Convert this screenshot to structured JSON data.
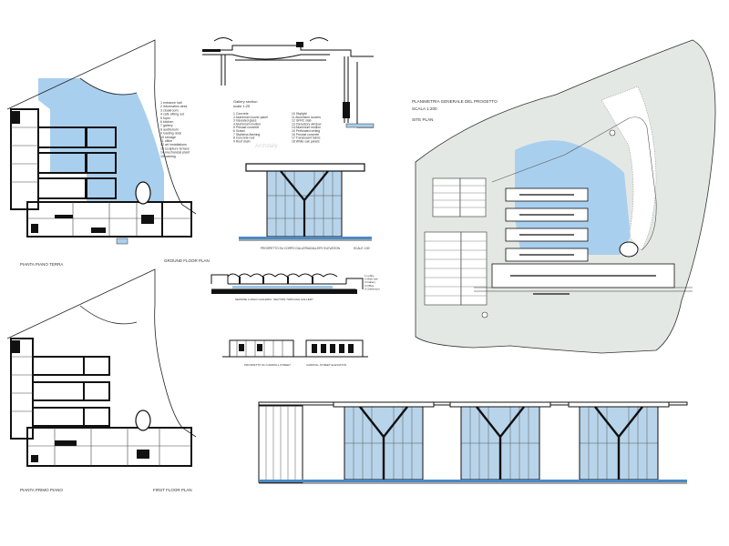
{
  "ground_floor": {
    "title_it": "PIANTA PIANO TERRA",
    "title_en": "GROUND FLOOR PLAN",
    "legend": [
      "1 entrance hall",
      "2 information desk",
      "3 cloakroom",
      "4 cafe sitting out",
      "5 foyer",
      "6 kitchen",
      "7 gallery",
      "8 auditorium",
      "9 loading dock",
      "10 storage",
      "11 office",
      "12 art installations",
      "13 sculpture terrace",
      "14 mechanical plant",
      "15 parking"
    ]
  },
  "first_floor": {
    "title_it": "PIANTA PRIMO PIANO",
    "title_en": "FIRST FLOOR PLAN"
  },
  "section": {
    "title_it": "Gallery section",
    "scale": "scale 1:25",
    "legend_col1": [
      "1 Concrete",
      "2 Aluminium louver panel",
      "3 Insulated glass",
      "4 Aluminium mullion",
      "5 Precast concrete",
      "6 Gravel",
      "7 Stainless flashing",
      "8 Concrete roof",
      "9 Roof drain"
    ],
    "legend_col2": [
      "10 Skylight",
      "11 Aluminium louvers",
      "12 GFRC slab",
      "13 Clerestory window",
      "14 Aluminium mullion",
      "15 Perforated ceiling",
      "16 Precast concrete",
      "17 Translucent fabric",
      "18 White oak panels"
    ],
    "watermark": "Archdaily"
  },
  "elevation": {
    "title_it": "PROSPETTO SU CORPO GALLERIA",
    "title_en": "GALLERY ELEVATION",
    "scale": "SCALE 1:50"
  },
  "section_gallery": {
    "title_it": "SEZIONE LUNGO GALLERIA",
    "title_en": "SECTION THROUGH GALLERY",
    "legend": [
      "1 Lobby",
      "2 Multi-use",
      "3 Gallery",
      "4 Office",
      "5 Classroom"
    ]
  },
  "elevation_street": {
    "title_it": "PROSPETTO SU CARROLL STREET",
    "title_en": "CARROLL STREET ELEVATION"
  },
  "site_plan": {
    "title_it": "PLANIMETRIA GENERALE DEL PROGETTO",
    "scale": "SCALA 1:200",
    "title_en": "SITE PLAN"
  },
  "colors": {
    "water": "#a9cfee",
    "glass": "#b8d4ea",
    "lawn": "#e4e8e4",
    "line": "#222222"
  }
}
